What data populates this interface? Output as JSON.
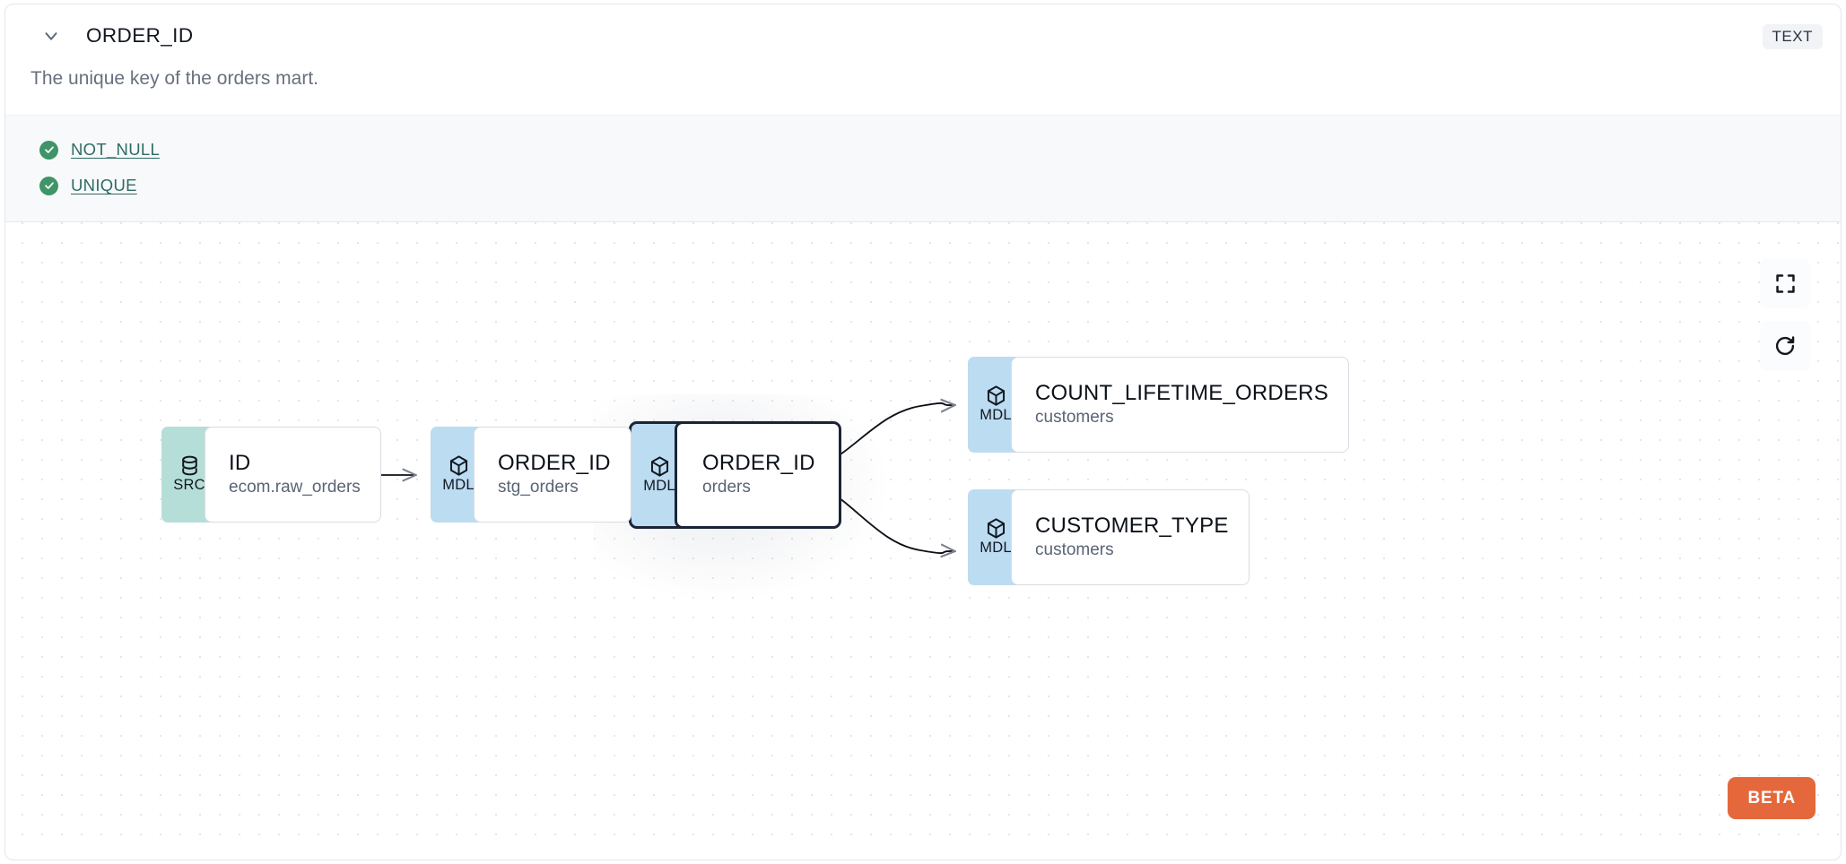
{
  "header": {
    "column_name": "ORDER_ID",
    "chevron_icon": "chevron-down-icon",
    "type_badge": "TEXT"
  },
  "description": "The unique key of the orders mart.",
  "tests": [
    {
      "label": "NOT_NULL",
      "status_icon": "check-circle-icon",
      "status_color": "#3f9468"
    },
    {
      "label": "UNIQUE",
      "status_icon": "check-circle-icon",
      "status_color": "#3f9468"
    }
  ],
  "graph": {
    "nodes": [
      {
        "id": "src-id",
        "badge": "SRC",
        "badge_icon": "database-icon",
        "badge_color": "#b6ded8",
        "name": "ID",
        "sub": "ecom.raw_orders",
        "selected": false
      },
      {
        "id": "mdl-stg-orders",
        "badge": "MDL",
        "badge_icon": "cube-icon",
        "badge_color": "#bcdcf2",
        "name": "ORDER_ID",
        "sub": "stg_orders",
        "selected": false
      },
      {
        "id": "mdl-orders",
        "badge": "MDL",
        "badge_icon": "cube-icon",
        "badge_color": "#bcdcf2",
        "name": "ORDER_ID",
        "sub": "orders",
        "selected": true
      },
      {
        "id": "mdl-count-lifetime-orders",
        "badge": "MDL",
        "badge_icon": "cube-icon",
        "badge_color": "#bcdcf2",
        "name": "COUNT_LIFETIME_ORDERS",
        "sub": "customers",
        "selected": false
      },
      {
        "id": "mdl-customer-type",
        "badge": "MDL",
        "badge_icon": "cube-icon",
        "badge_color": "#bcdcf2",
        "name": "CUSTOMER_TYPE",
        "sub": "customers",
        "selected": false
      }
    ],
    "controls": [
      {
        "id": "fit-view",
        "icon": "fit-screen-icon"
      },
      {
        "id": "reset-view",
        "icon": "refresh-icon"
      }
    ],
    "beta_badge": "BETA"
  }
}
